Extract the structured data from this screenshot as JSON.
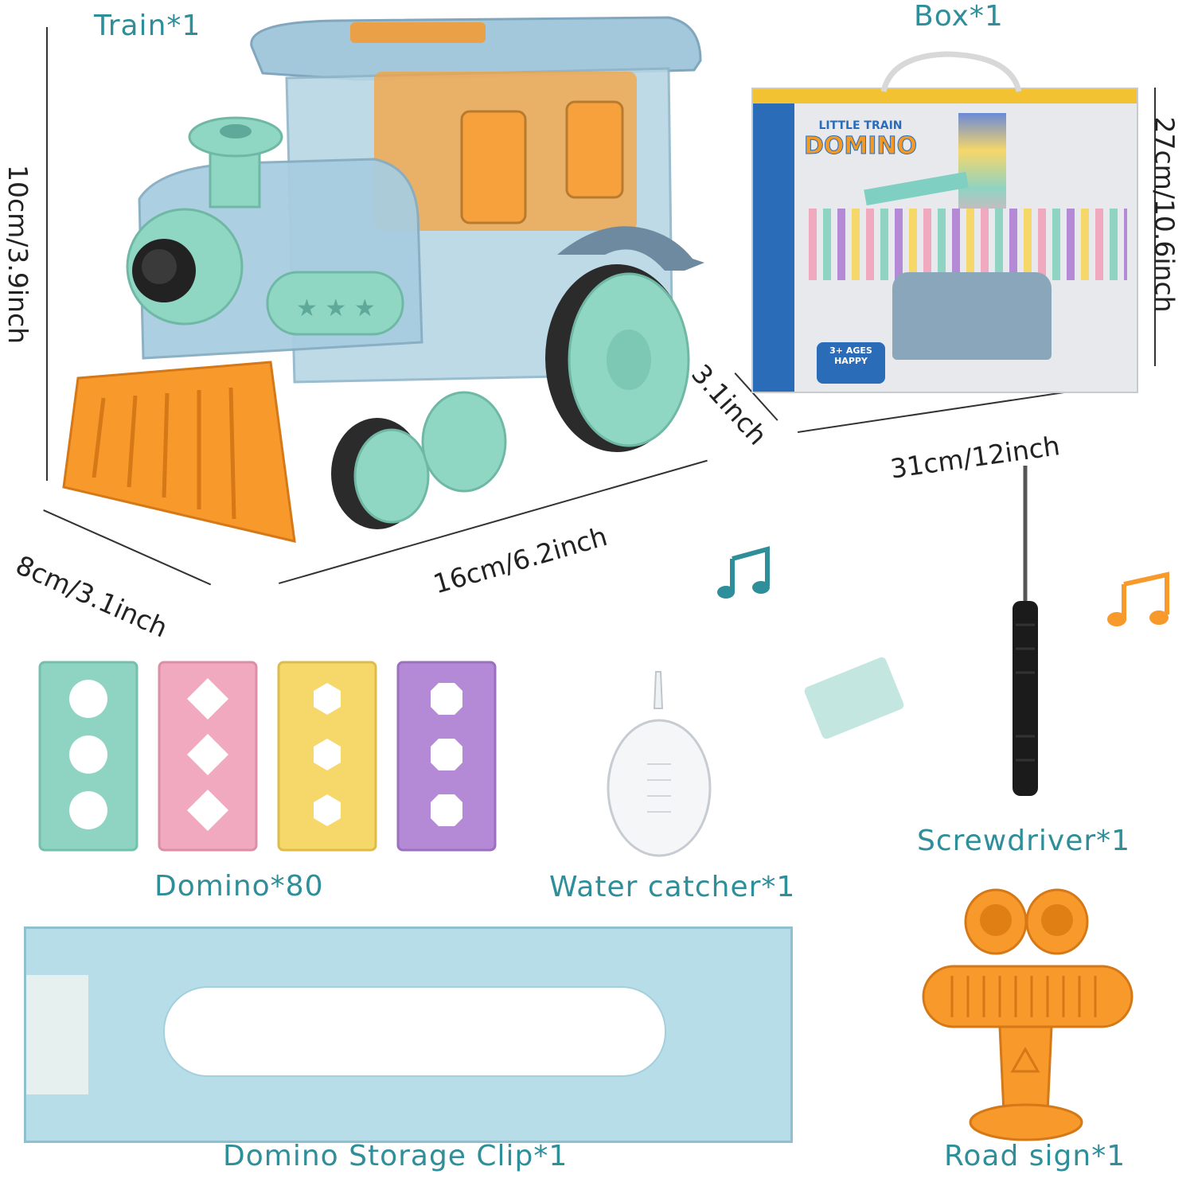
{
  "labels": {
    "train": "Train*1",
    "box": "Box*1",
    "domino": "Domino*80",
    "water_catcher": "Water catcher*1",
    "screwdriver": "Screwdriver*1",
    "storage_clip": "Domino Storage Clip*1",
    "road_sign": "Road sign*1"
  },
  "dimensions": {
    "train_height": "10cm/3.9inch",
    "train_depth": "8cm/3.1inch",
    "train_length": "16cm/6.2inch",
    "box_depth": "3.1inch",
    "box_width": "31cm/12inch",
    "box_height": "27cm/10.6inch"
  },
  "box_art": {
    "brand_small": "LITTLE TRAIN",
    "brand_large": "DOMINO",
    "age_line1": "3+ AGES",
    "age_line2": "HAPPY"
  },
  "colors": {
    "label_teal": "#2e8e99",
    "mint": "#8fd6c3",
    "orange": "#f7992b",
    "clear_blue": "#a9d3e3",
    "domino_teal": "#8fd3c2",
    "domino_pink": "#f1a9bf",
    "domino_yellow": "#f6d76a",
    "domino_purple": "#b48ad6"
  },
  "icons": [
    "music-note-teal-icon",
    "music-note-orange-icon"
  ]
}
